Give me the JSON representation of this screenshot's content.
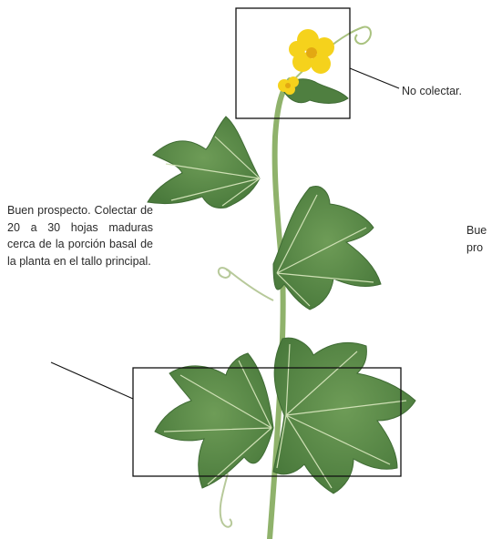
{
  "annotations": {
    "no_collect": "No colectar.",
    "good_prospect": "Buen prospecto. Colectar de 20 a 30 hojas maduras cerca de la porción basal de la planta en el tallo principal.",
    "cut_off_right": "Bue\npro"
  },
  "colors": {
    "leaf": "#5b8a4a",
    "leaf_dark": "#3f6b34",
    "leaf_vein": "#cfe0b5",
    "stem": "#8fb26b",
    "flower": "#f5d21c",
    "flower_center": "#e3a812",
    "box_stroke": "#111111",
    "text": "#2a2a2a"
  }
}
